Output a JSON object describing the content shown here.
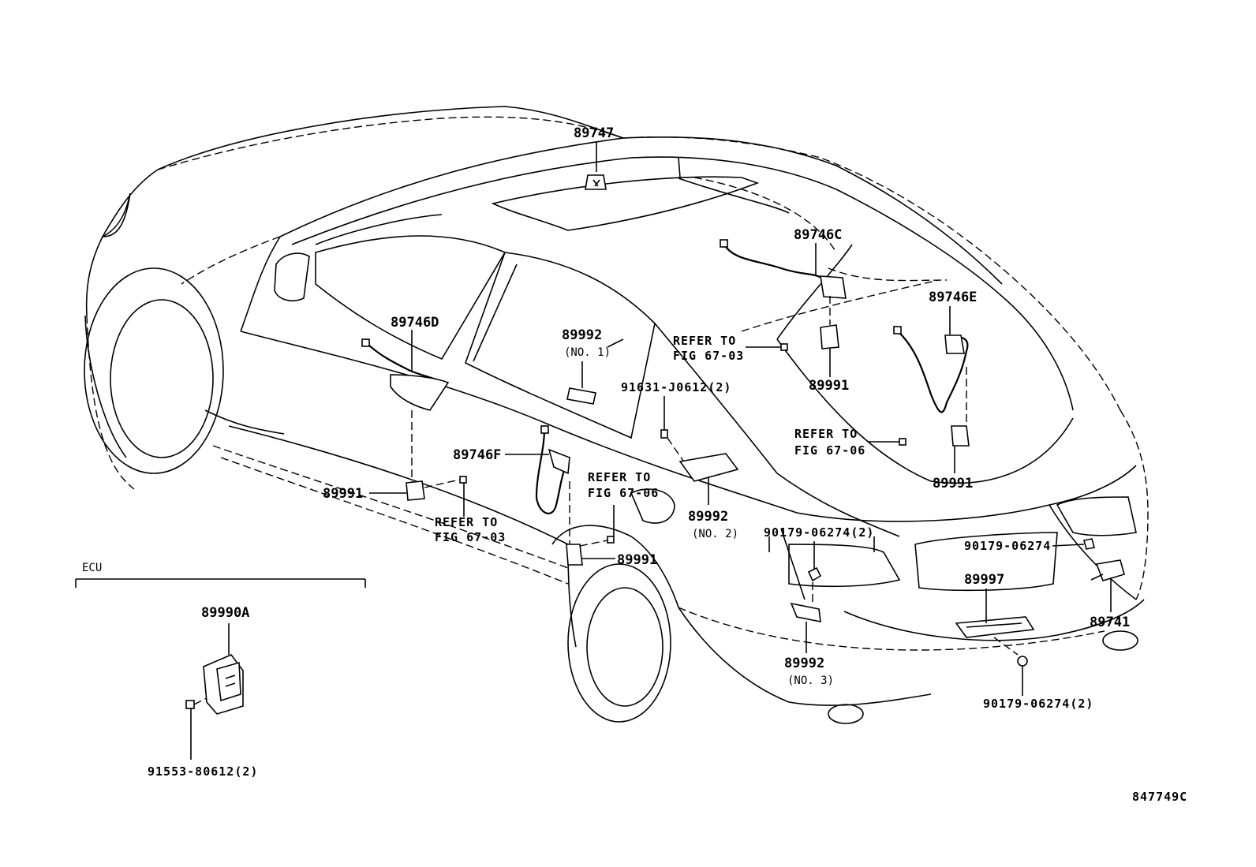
{
  "labels": {
    "p89747": "89747",
    "p89746C": "89746C",
    "p89746E": "89746E",
    "p89746D": "89746D",
    "p89746F": "89746F",
    "p89992_no1": "89992",
    "p89992_no1_sub": "(NO. 1)",
    "p89992_no2": "89992",
    "p89992_no2_sub": "(NO. 2)",
    "p89992_no3": "89992",
    "p89992_no3_sub": "(NO. 3)",
    "p89991_a": "89991",
    "p89991_b": "89991",
    "p89991_c": "89991",
    "p89991_d": "89991",
    "p91631": "91631-J0612(2)",
    "p90179_a": "90179-06274(2)",
    "p90179_b": "90179-06274",
    "p90179_c": "90179-06274(2)",
    "p89997": "89997",
    "p89741": "89741",
    "p89990A": "89990A",
    "p91553": "91553-80612(2)",
    "ecu_title": "ECU",
    "diagram_code": "847749C"
  },
  "refers": {
    "r1_line1": "REFER TO",
    "r1_line2": "FIG 67-03",
    "r2_line1": "REFER TO",
    "r2_line2": "FIG 67-06",
    "r3_line1": "REFER TO",
    "r3_line2": "FIG  67-06",
    "r4_line1": "REFER TO",
    "r4_line2": "FIG 67-03"
  }
}
